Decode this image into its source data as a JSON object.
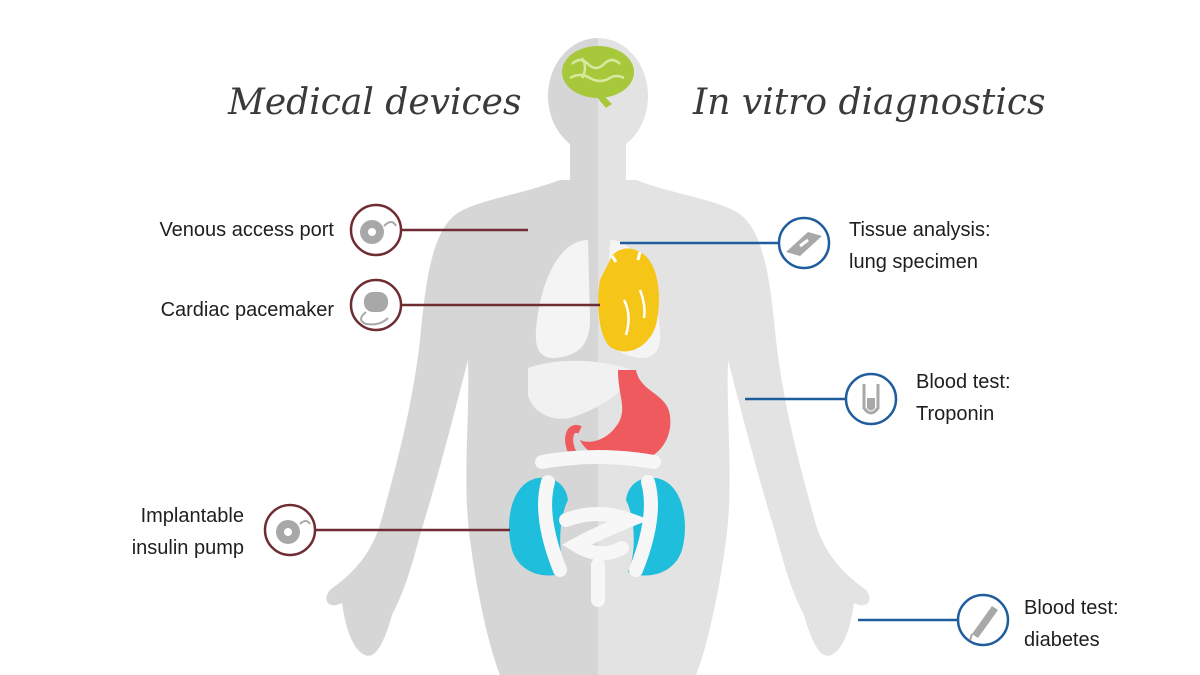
{
  "headings": {
    "left": "Medical devices",
    "right": "In vitro diagnostics"
  },
  "medical_devices": [
    {
      "line1": "Venous access port",
      "line2": "",
      "icon": "venous-port-icon"
    },
    {
      "line1": "Cardiac pacemaker",
      "line2": "",
      "icon": "pacemaker-icon"
    },
    {
      "line1": "Implantable",
      "line2": "insulin pump",
      "icon": "insulin-pump-icon"
    }
  ],
  "in_vitro_diagnostics": [
    {
      "line1": "Tissue analysis:",
      "line2": "lung specimen",
      "icon": "microscope-slide-icon"
    },
    {
      "line1": "Blood test:",
      "line2": "Troponin",
      "icon": "test-tube-icon"
    },
    {
      "line1": "Blood test:",
      "line2": "diabetes",
      "icon": "lancet-pen-icon"
    }
  ],
  "colors": {
    "device_accent": "#6e2c33",
    "diagnostic_accent": "#1f5d9c",
    "body_left": "#d6d6d6",
    "body_right": "#e3e3e3",
    "brain": "#a7c83a",
    "heart": "#f5c518",
    "stomach": "#ee5a5e",
    "kidney": "#1fbedc",
    "organ_white": "#f4f4f4"
  }
}
